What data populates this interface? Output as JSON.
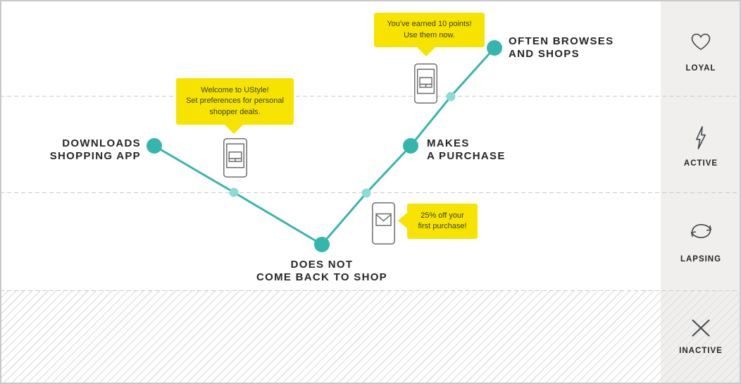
{
  "colors": {
    "teal": "#35B6AD",
    "light_teal": "#8ADCD4",
    "callout_yellow": "#F6E400",
    "callout_text": "#3F3F36",
    "text_dark": "#262626",
    "zone_line": "#CBCBCB",
    "hatch": "#E3E3E3",
    "sidebar_bg": "#F0EFED",
    "icon_stroke": "#43474A",
    "phone_stroke": "#636363"
  },
  "sidebar": {
    "zones": [
      {
        "label": "LOYAL",
        "icon": "heart-icon"
      },
      {
        "label": "ACTIVE",
        "icon": "lightning-icon"
      },
      {
        "label": "LAPSING",
        "icon": "cycle-icon"
      },
      {
        "label": "INACTIVE",
        "icon": "x-icon"
      }
    ]
  },
  "journey": {
    "stages": [
      {
        "lines": [
          "DOWNLOADS",
          "SHOPPING APP"
        ],
        "zone": "ACTIVE"
      },
      {
        "lines": [
          "DOES NOT",
          "COME BACK TO SHOP"
        ],
        "zone": "LAPSING"
      },
      {
        "lines": [
          "MAKES",
          "A PURCHASE"
        ],
        "zone": "ACTIVE"
      },
      {
        "lines": [
          "OFTEN BROWSES",
          "AND SHOPS"
        ],
        "zone": "LOYAL"
      }
    ]
  },
  "callouts": [
    {
      "lines": [
        "Welcome to UStyle!",
        "Set preferences for personal",
        "shopper deals."
      ]
    },
    {
      "lines": [
        "25% off your",
        "first purchase!"
      ]
    },
    {
      "lines": [
        "You've earned 10 points!",
        "Use them now."
      ]
    }
  ]
}
